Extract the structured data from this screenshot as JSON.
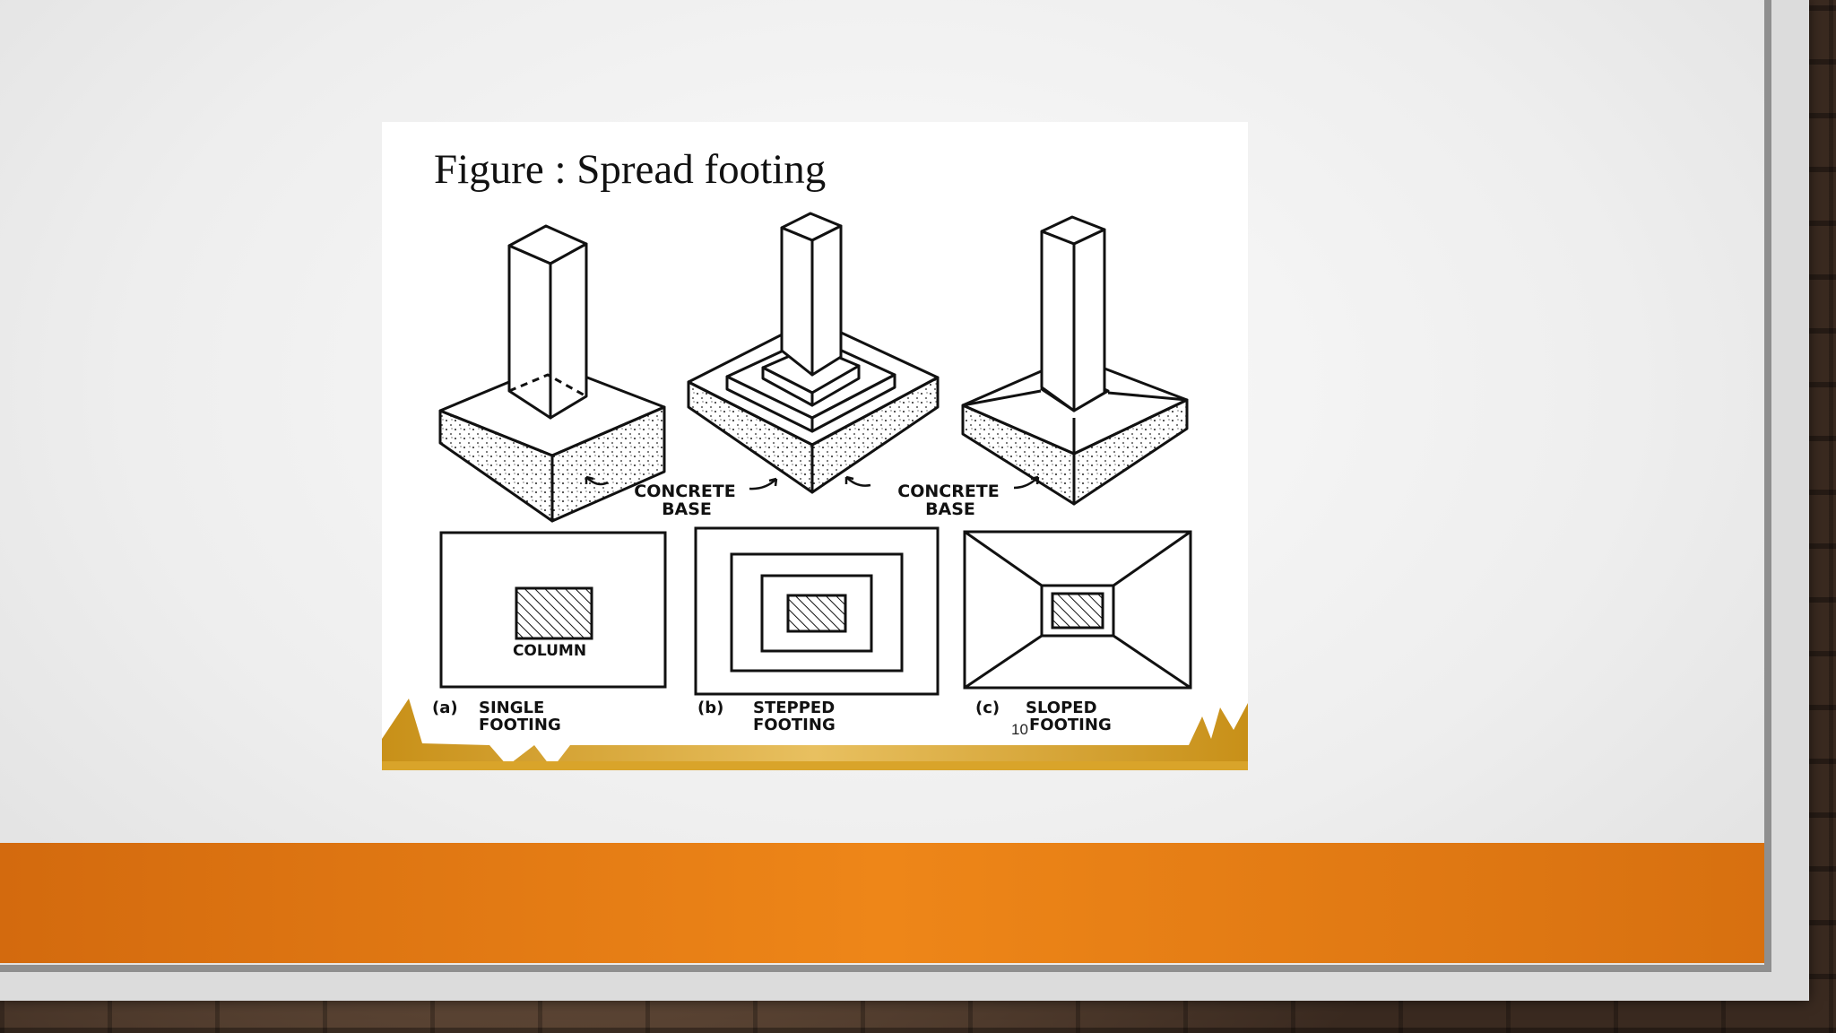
{
  "slide": {
    "figure_title": "Figure : Spread footing",
    "page_number": "10"
  },
  "labels": {
    "concrete_base_left_1": "CONCRETE",
    "concrete_base_left_2": "BASE",
    "concrete_base_right_1": "CONCRETE",
    "concrete_base_right_2": "BASE",
    "column": "COLUMN"
  },
  "captions": [
    {
      "tag": "(a)",
      "line1": "SINGLE",
      "line2": "FOOTING"
    },
    {
      "tag": "(b)",
      "line1": "STEPPED",
      "line2": "FOOTING"
    },
    {
      "tag": "(c)",
      "line1": "SLOPED",
      "line2": "FOOTING"
    }
  ],
  "colors": {
    "band": "#ee8618",
    "gold": "#d9a42a"
  }
}
